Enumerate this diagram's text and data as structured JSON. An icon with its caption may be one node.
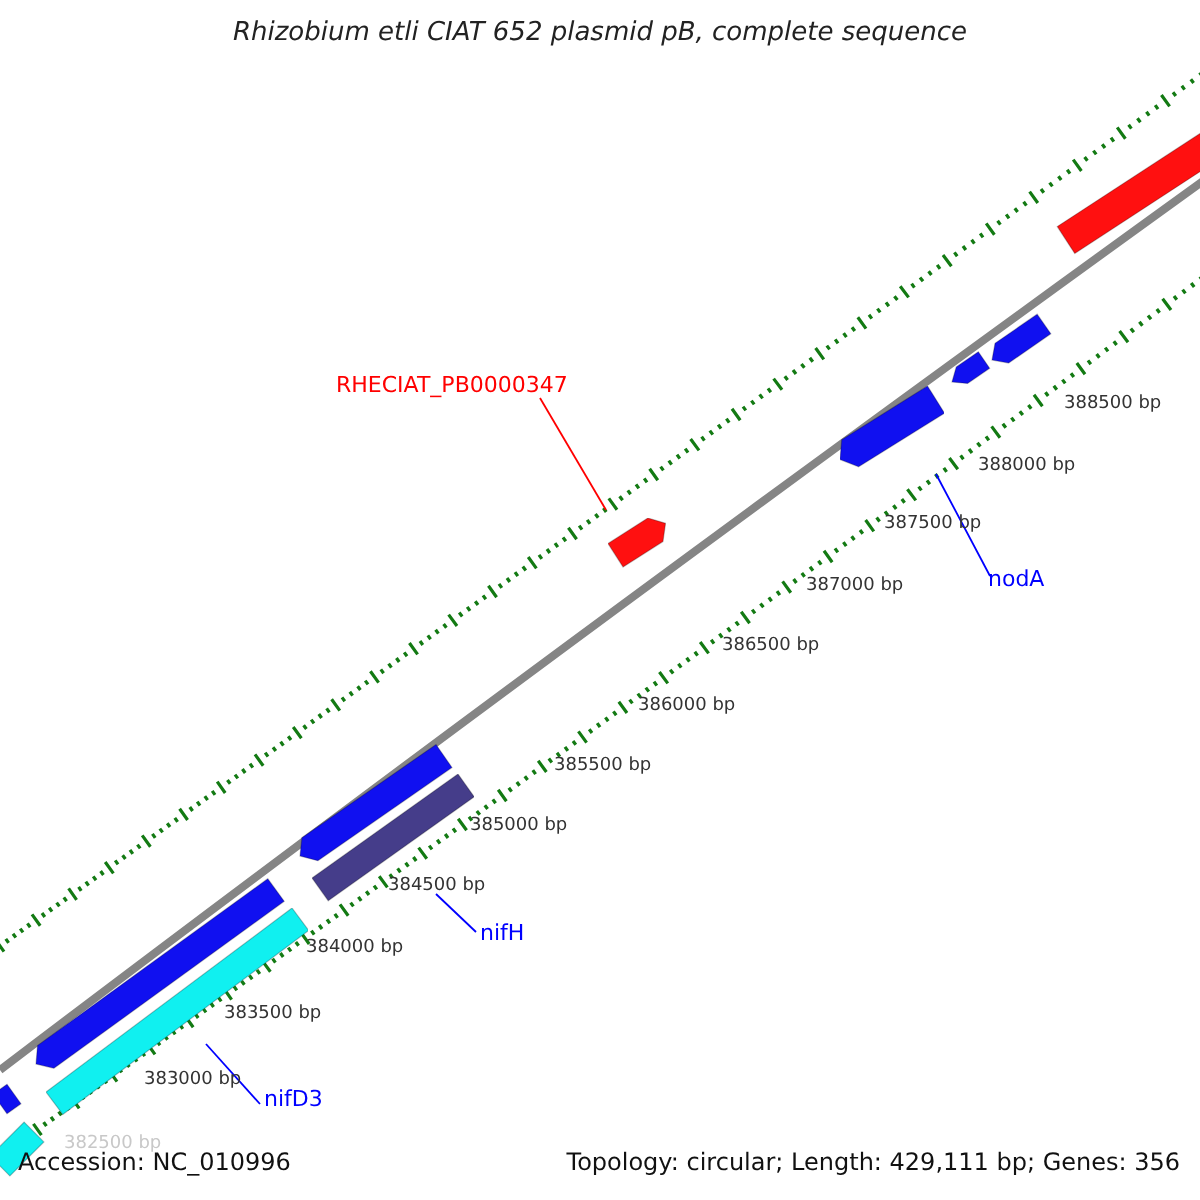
{
  "diagram": {
    "title": "Rhizobium etli CIAT 652 plasmid pB, complete sequence",
    "nodes": [
      {
        "text": [
          "RHECIAT_PB0000347"
        ]
      },
      {
        "text": [],
        "shape": "bar"
      },
      {
        "text": [
          "nodA"
        ]
      },
      {
        "text": [],
        "shape": "bar"
      },
      {
        "text": [
          "nifH"
        ]
      },
      {
        "text": [],
        "shape": "bar"
      },
      {
        "text": [
          "nifD3"
        ]
      },
      {
        "text": [],
        "shape": "bar"
      }
    ],
    "edges": [
      {
        "from": 0,
        "to": 1,
        "arrow": "none",
        "color": "#ff0000"
      },
      {
        "from": 2,
        "to": 3,
        "arrow": "none"
      },
      {
        "from": 4,
        "to": 5,
        "arrow": "none"
      },
      {
        "from": 6,
        "to": 7,
        "arrow": "none"
      }
    ],
    "labels": [
      "388500 bp",
      "388000 bp",
      "387500 bp",
      "387000 bp",
      "386500 bp",
      "386000 bp",
      "385500 bp",
      "385000 bp",
      "384500 bp",
      "384000 bp",
      "383500 bp",
      "383000 bp",
      "382500 bp",
      "Accession: NC_010996",
      "Topology: circular; Length: 429,111 bp; Genes: 356"
    ]
  }
}
